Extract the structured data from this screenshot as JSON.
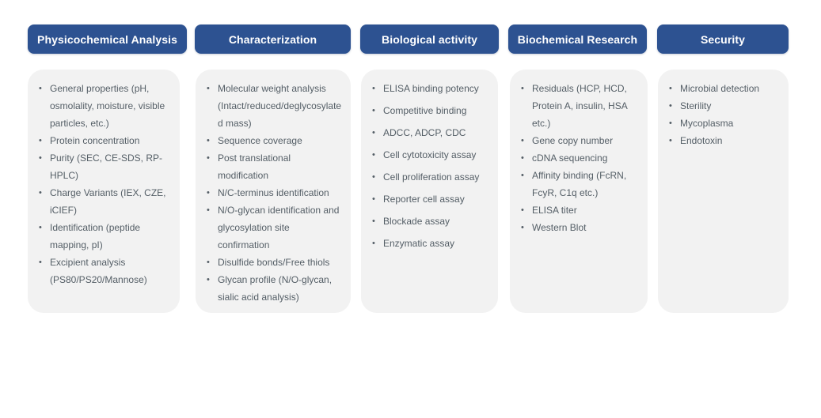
{
  "colors": {
    "header_bg": "#2d5291",
    "header_text": "#ffffff",
    "card_bg": "#f2f2f2",
    "item_text": "#545e66",
    "page_bg": "#ffffff"
  },
  "columns": [
    {
      "title": "Physicochemical Analysis",
      "items": [
        "General properties (pH, osmolality, moisture, visible particles, etc.)",
        "Protein concentration",
        "Purity (SEC,  CE-SDS, RP-HPLC)",
        "Charge Variants (IEX, CZE, iCIEF)",
        "Identification (peptide mapping, pI)",
        "Excipient analysis (PS80/PS20/Mannose)"
      ]
    },
    {
      "title": "Characterization",
      "items": [
        "Molecular weight analysis (Intact/reduced/deglycosylated mass)",
        "Sequence coverage",
        "Post translational modification",
        "N/C-terminus identification",
        "N/O-glycan identification and glycosylation site confirmation",
        "Disulfide bonds/Free thiols",
        "Glycan profile (N/O-glycan, sialic acid analysis)"
      ]
    },
    {
      "title": "Biological activity",
      "items": [
        "ELISA binding potency",
        "Competitive binding",
        "ADCC, ADCP, CDC",
        "Cell cytotoxicity assay",
        "Cell proliferation assay",
        "Reporter cell assay",
        "Blockade assay",
        "Enzymatic assay"
      ]
    },
    {
      "title": "Biochemical Research",
      "items": [
        "Residuals (HCP, HCD, Protein A, insulin, HSA etc.)",
        "Gene copy number",
        "cDNA sequencing",
        "Affinity binding (FcRN, FcyR, C1q etc.)",
        "ELISA titer",
        "Western Blot"
      ]
    },
    {
      "title": "Security",
      "items": [
        "Microbial detection",
        "Sterility",
        "Mycoplasma",
        "Endotoxin"
      ]
    }
  ]
}
